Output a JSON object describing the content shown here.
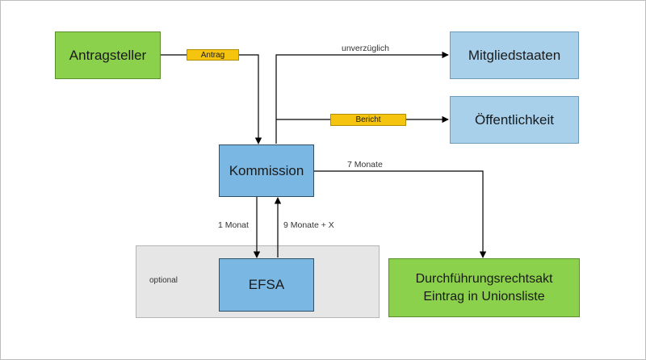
{
  "nodes": {
    "applicant": "Antragsteller",
    "member_states": "Mitgliedstaaten",
    "public": "Öffentlichkeit",
    "commission": "Kommission",
    "efsa": "EFSA",
    "implementing_act_line1": "Durchführungsrechtsakt",
    "implementing_act_line2": "Eintrag in Unionsliste"
  },
  "edge_labels": {
    "application": "Antrag",
    "immediately": "unverzüglich",
    "report": "Bericht",
    "seven_months": "7 Monate",
    "one_month": "1 Monat",
    "nine_months_x": "9 Monate + X"
  },
  "groups": {
    "optional": "optional"
  },
  "colors": {
    "applicant_fill": "#8cd14b",
    "outcome_fill": "#8cd14b",
    "recipient_fill": "#a9d0ea",
    "process_fill": "#7ab7e2",
    "tag_fill": "#f5c40f",
    "optional_fill": "#e6e6e6",
    "arrow": "#000000"
  }
}
